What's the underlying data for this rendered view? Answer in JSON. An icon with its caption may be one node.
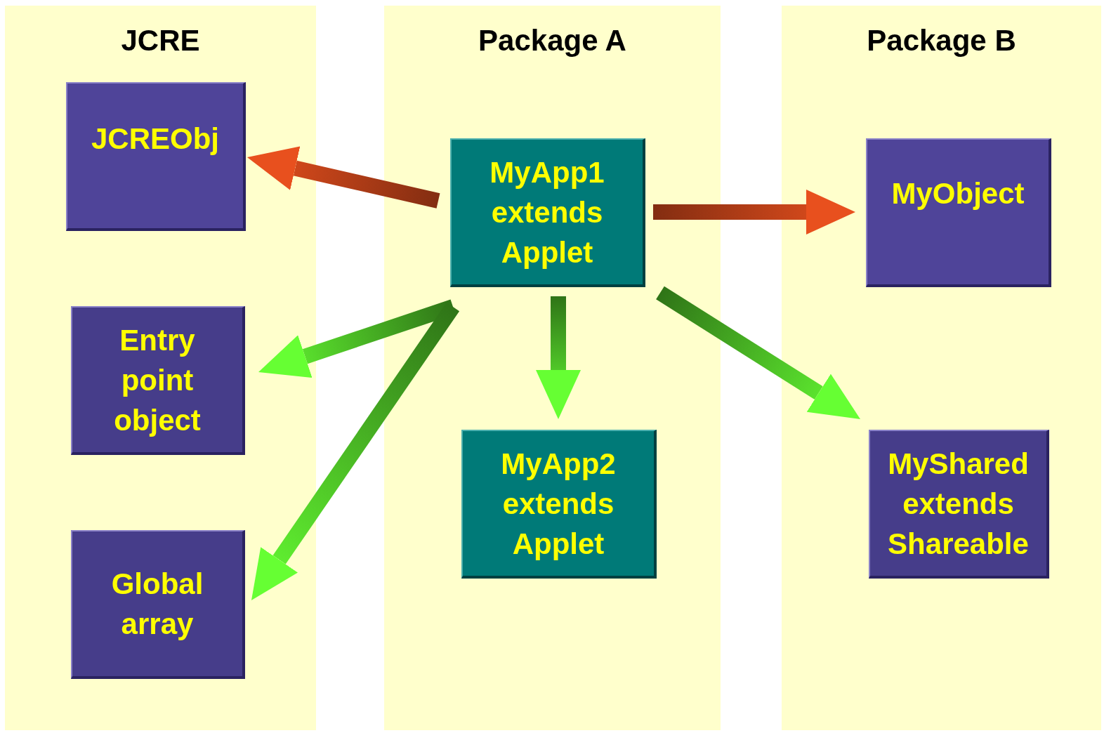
{
  "diagram": {
    "nodes": [
      {
        "text": [
          "JCRE"
        ]
      },
      {
        "text": [
          "JCREObj"
        ],
        "in": 0
      },
      {
        "text": [
          "Entry point object"
        ],
        "in": 0
      },
      {
        "text": [
          "Global array"
        ],
        "in": 0
      },
      {
        "text": [
          "Package A"
        ]
      },
      {
        "text": [
          "MyApp1 extends Applet"
        ],
        "in": 4
      },
      {
        "text": [
          "MyApp2 extends Applet"
        ],
        "in": 4
      },
      {
        "text": [
          "Package B"
        ]
      },
      {
        "text": [
          "MyObject"
        ],
        "in": 7
      },
      {
        "text": [
          "MyShared extends Shareable"
        ],
        "in": 7
      }
    ],
    "edges": [
      {
        "from": 5,
        "to": 1,
        "arrow": "to",
        "style": "thick",
        "color": "#e8501e"
      },
      {
        "from": 5,
        "to": 8,
        "arrow": "to",
        "style": "thick",
        "color": "#e8501e"
      },
      {
        "from": 5,
        "to": 2,
        "arrow": "to",
        "style": "thick"
      },
      {
        "from": 5,
        "to": 3,
        "arrow": "to",
        "style": "thick"
      },
      {
        "from": 5,
        "to": 6,
        "arrow": "to",
        "style": "thick"
      },
      {
        "from": 5,
        "to": 9,
        "arrow": "to",
        "style": "thick"
      }
    ]
  }
}
